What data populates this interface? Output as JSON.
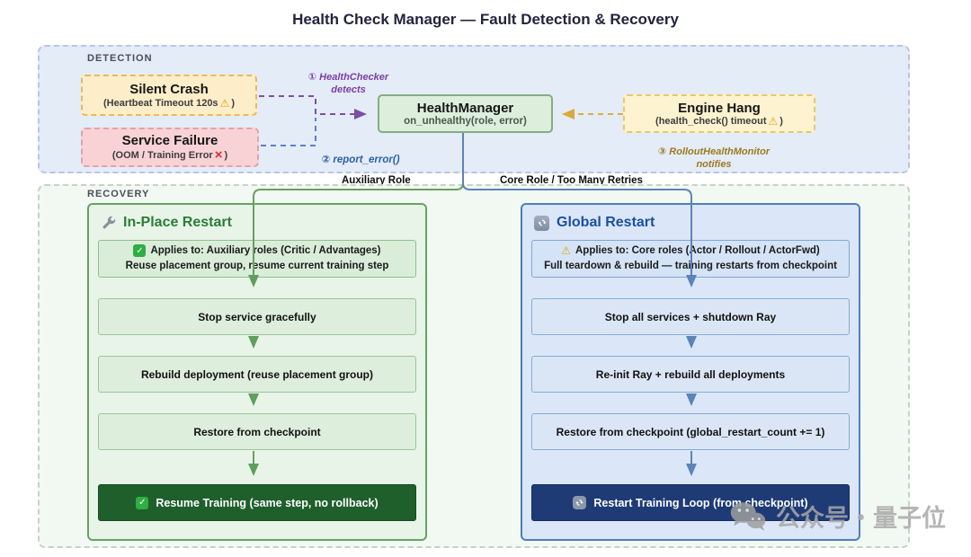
{
  "title": "Health Check Manager — Fault Detection & Recovery",
  "detection": {
    "label": "DETECTION",
    "silent_crash": {
      "title": "Silent Crash",
      "subtitle_pre": "(Heartbeat Timeout 120s",
      "subtitle_post": ")"
    },
    "service_failure": {
      "title": "Service Failure",
      "subtitle_pre": "(OOM / Training Error",
      "subtitle_post": ")"
    },
    "health_manager": {
      "title": "HealthManager",
      "subtitle": "on_unhealthy(role, error)"
    },
    "engine_hang": {
      "title": "Engine Hang",
      "subtitle_pre": "(health_check() timeout",
      "subtitle_post": ")"
    },
    "annotations": {
      "checker_line1": "① HealthChecker",
      "checker_line2": "detects",
      "report": "② report_error()",
      "monitor_line1": "③ RolloutHealthMonitor",
      "monitor_line2": "notifies"
    }
  },
  "edges": {
    "auxiliary": "Auxiliary Role",
    "core": "Core Role / Too Many Retries"
  },
  "recovery": {
    "label": "RECOVERY",
    "in_place": {
      "header": "In-Place Restart",
      "applies_line1": "Applies to: Auxiliary roles (Critic / Advantages)",
      "applies_line2": "Reuse placement group, resume current training step",
      "steps": [
        "Stop service gracefully",
        "Rebuild deployment (reuse placement group)",
        "Restore from checkpoint"
      ],
      "final": "Resume Training (same step, no rollback)"
    },
    "global": {
      "header": "Global Restart",
      "applies_line1": "Applies to: Core roles (Actor / Rollout / ActorFwd)",
      "applies_line2": "Full teardown & rebuild — training restarts from checkpoint",
      "steps": [
        "Stop all services + shutdown Ray",
        "Re-init Ray + rebuild all deployments",
        "Restore from checkpoint (global_restart_count += 1)"
      ],
      "final": "Restart Training Loop (from checkpoint)"
    }
  },
  "watermark": "公众号・量子位",
  "icons": {
    "check": "✓",
    "warning": "⚠",
    "cross": "×"
  },
  "colors": {
    "detection_bg": "#e4ecf8",
    "recovery_bg": "#f2f8f2",
    "in_place_accent": "#2e7d32",
    "global_accent": "#1c4fa0",
    "final_green": "#1e5f2b",
    "final_blue": "#1e3b76",
    "annotation_purple": "#7b3fa5",
    "annotation_blue": "#2d5fa8",
    "annotation_gold": "#9c7a1d"
  }
}
